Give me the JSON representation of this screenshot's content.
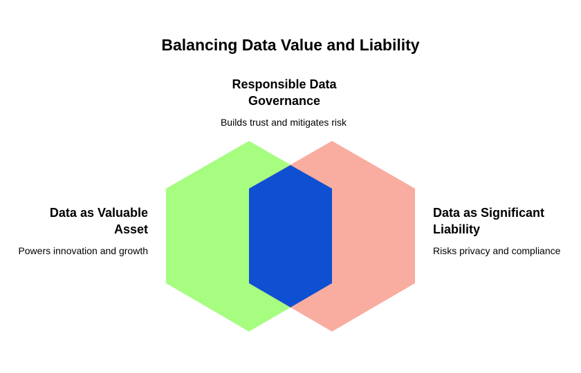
{
  "title": "Balancing Data Value and Liability",
  "governance": {
    "heading": "Responsible Data Governance",
    "description": "Builds trust and mitigates risk"
  },
  "asset": {
    "heading": "Data as Valuable Asset",
    "description": "Powers innovation and growth"
  },
  "liability": {
    "heading": "Data as Significant Liability",
    "description": "Risks privacy and compliance"
  },
  "colors": {
    "asset": "#a6fd80",
    "liability": "#f8ada0",
    "overlap": "#0f4fd2"
  }
}
